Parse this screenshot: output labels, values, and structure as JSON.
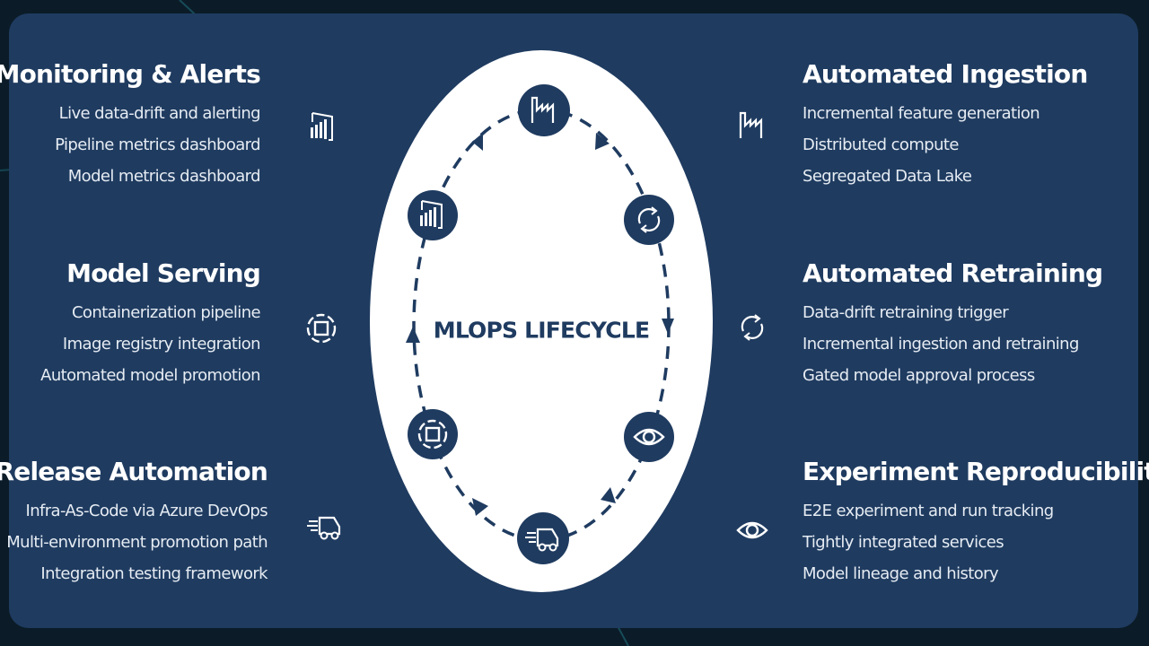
{
  "center_title": "MLOPS LIFECYCLE",
  "colors": {
    "panel": "#1f3b60",
    "background": "#0b1c28",
    "ellipse": "#ffffff",
    "text": "#ffffff"
  },
  "sections": {
    "monitoring": {
      "title": "Monitoring & Alerts",
      "icon": "dashboard-chart-icon",
      "items": [
        "Live data-drift and alerting",
        "Pipeline metrics dashboard",
        "Model metrics dashboard"
      ]
    },
    "serving": {
      "title": "Model Serving",
      "icon": "container-icon",
      "items": [
        "Containerization pipeline",
        "Image registry integration",
        "Automated model promotion"
      ]
    },
    "release": {
      "title": "Release Automation",
      "icon": "delivery-truck-icon",
      "items": [
        "Infra-As-Code via Azure DevOps",
        "Multi-environment promotion path",
        "Integration testing framework"
      ]
    },
    "ingestion": {
      "title": "Automated Ingestion",
      "icon": "factory-icon",
      "items": [
        "Incremental feature generation",
        "Distributed compute",
        "Segregated Data Lake"
      ]
    },
    "retraining": {
      "title": "Automated Retraining",
      "icon": "refresh-cycle-icon",
      "items": [
        "Data-drift retraining trigger",
        "Incremental ingestion and retraining",
        "Gated model approval process"
      ]
    },
    "experiment": {
      "title": "Experiment Reproducibility",
      "icon": "eye-icon",
      "items": [
        "E2E experiment and run tracking",
        "Tightly integrated services",
        "Model lineage and history"
      ]
    }
  }
}
